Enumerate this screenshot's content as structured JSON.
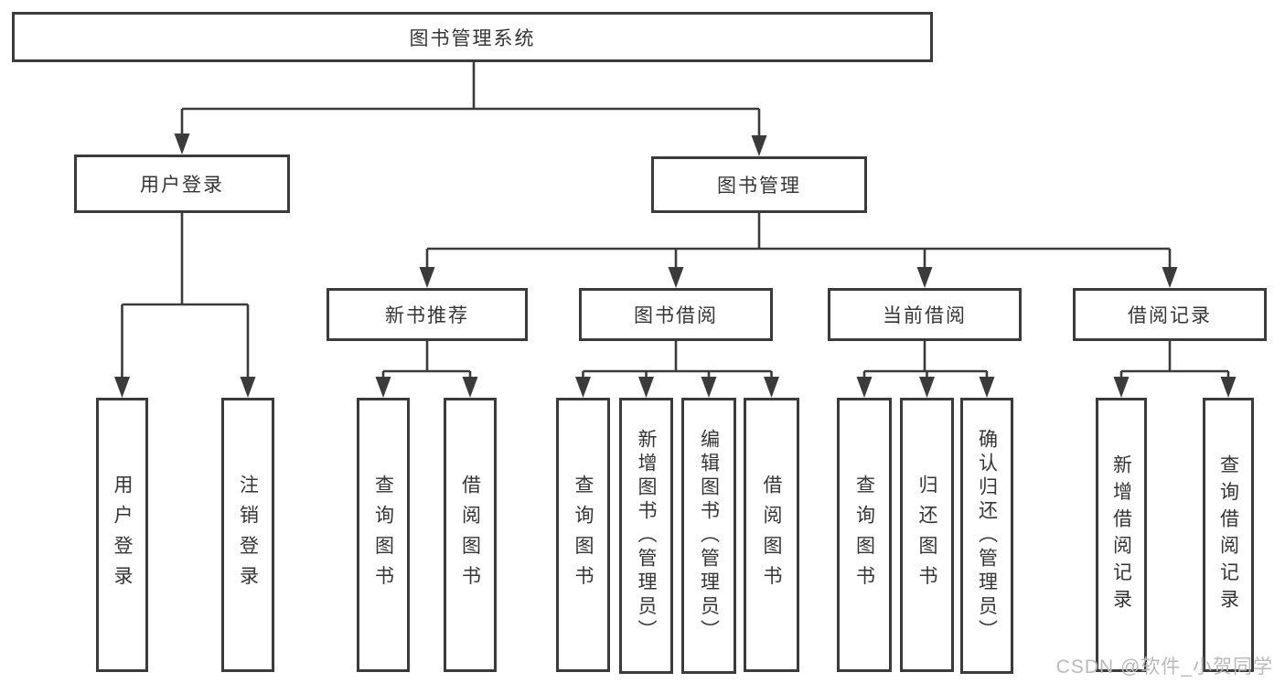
{
  "title": "图书管理系统",
  "watermark": "CSDN @软件_小贺同学",
  "colors": {
    "line": "#3b3b3b",
    "text": "#353535",
    "watermark": "#b9b9b9"
  },
  "tree": {
    "root": "图书管理系统",
    "branches": [
      {
        "label": "用户登录",
        "children": [
          "用户登录",
          "注销登录"
        ]
      },
      {
        "label": "图书管理",
        "sections": [
          {
            "label": "新书推荐",
            "children": [
              "查询图书",
              "借阅图书"
            ]
          },
          {
            "label": "图书借阅",
            "children": [
              "查询图书",
              "新增图书（管理员）",
              "编辑图书（管理员）",
              "借阅图书"
            ]
          },
          {
            "label": "当前借阅",
            "children": [
              "查询图书",
              "归还图书",
              "确认归还（管理员）"
            ]
          },
          {
            "label": "借阅记录",
            "children": [
              "新增借阅记录",
              "查询借阅记录"
            ]
          }
        ]
      }
    ]
  }
}
